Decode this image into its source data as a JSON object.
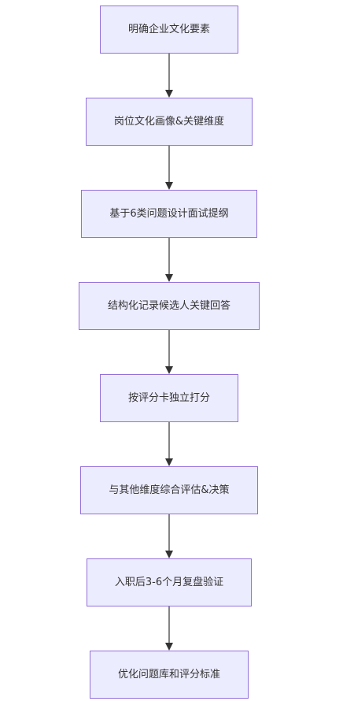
{
  "flowchart": {
    "steps": [
      "明确企业文化要素",
      "岗位文化画像&关键维度",
      "基于6类问题设计面试提纲",
      "结构化记录候选人关键回答",
      "按评分卡独立打分",
      "与其他维度综合评估&决策",
      "入职后3-6个月复盘验证",
      "优化问题库和评分标准"
    ]
  },
  "colors": {
    "node_fill": "#ececff",
    "node_border": "#9370db",
    "edge": "#333333",
    "text": "#333333"
  }
}
